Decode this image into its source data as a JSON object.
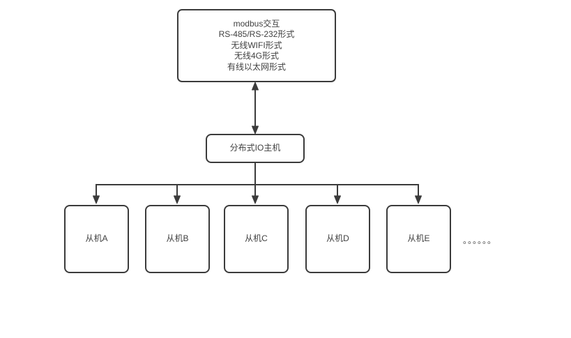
{
  "diagram": {
    "colors": {
      "stroke": "#3b3b3b",
      "text": "#404040",
      "background": "#ffffff"
    },
    "top_node": {
      "lines": [
        "modbus交互",
        "RS-485/RS-232形式",
        "无线WIFI形式",
        "无线4G形式",
        "有线以太网形式"
      ]
    },
    "host_node": {
      "label": "分布式IO主机"
    },
    "slaves": [
      {
        "label": "从机A"
      },
      {
        "label": "从机B"
      },
      {
        "label": "从机C"
      },
      {
        "label": "从机D"
      },
      {
        "label": "从机E"
      }
    ],
    "more_indicator": "。。。。。。",
    "edges": [
      {
        "from": "node-modbus-interaction",
        "to": "node-distributed-io-host",
        "type": "bidirectional-arrow"
      },
      {
        "from": "node-distributed-io-host",
        "to": "node-slave-a",
        "type": "arrow"
      },
      {
        "from": "node-distributed-io-host",
        "to": "node-slave-b",
        "type": "arrow"
      },
      {
        "from": "node-distributed-io-host",
        "to": "node-slave-c",
        "type": "arrow"
      },
      {
        "from": "node-distributed-io-host",
        "to": "node-slave-d",
        "type": "arrow"
      },
      {
        "from": "node-distributed-io-host",
        "to": "node-slave-e",
        "type": "arrow"
      }
    ]
  }
}
